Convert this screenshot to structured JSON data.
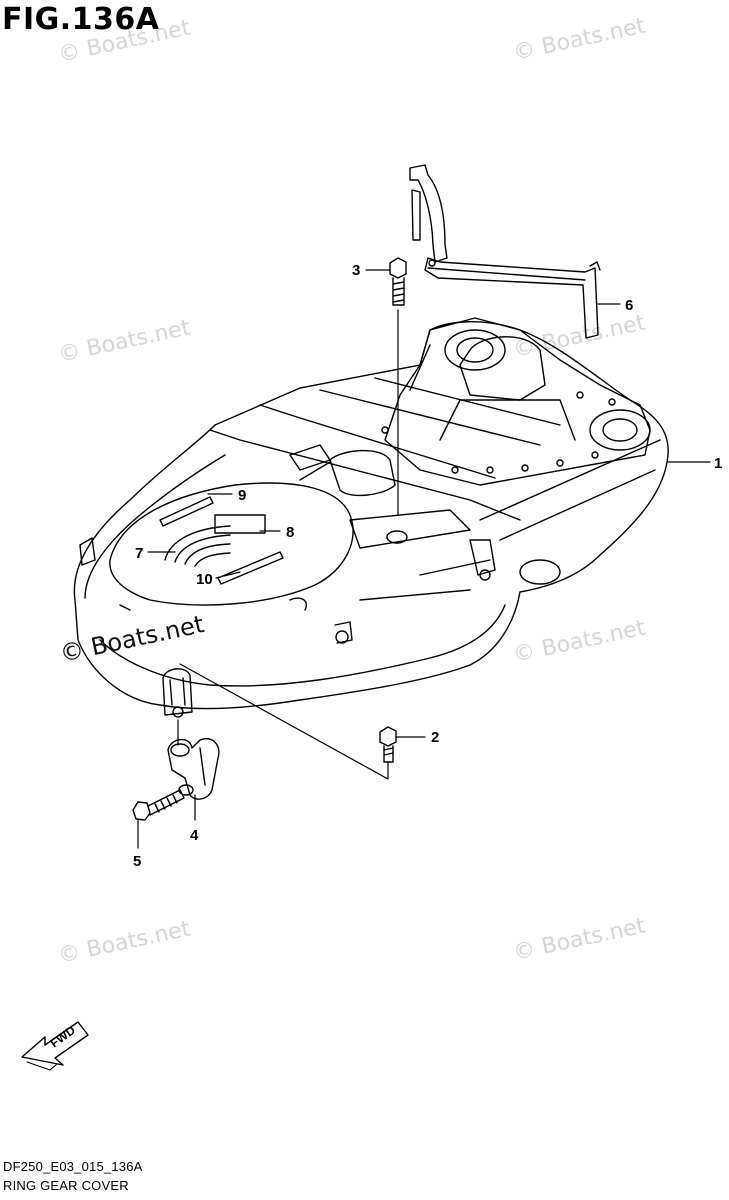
{
  "figure": {
    "title": "FIG.136A",
    "drawing_code": "DF250_E03_015_136A",
    "name": "RING GEAR COVER"
  },
  "callouts": [
    "1",
    "2",
    "3",
    "4",
    "5",
    "6",
    "7",
    "8",
    "9",
    "10"
  ],
  "label_text": {
    "fwd": "FWD"
  },
  "watermarks": {
    "text": "© Boats.net",
    "highlight_text": "© Boats.net"
  },
  "colors": {
    "line": "#000000",
    "watermark": "#d6d6d6"
  }
}
